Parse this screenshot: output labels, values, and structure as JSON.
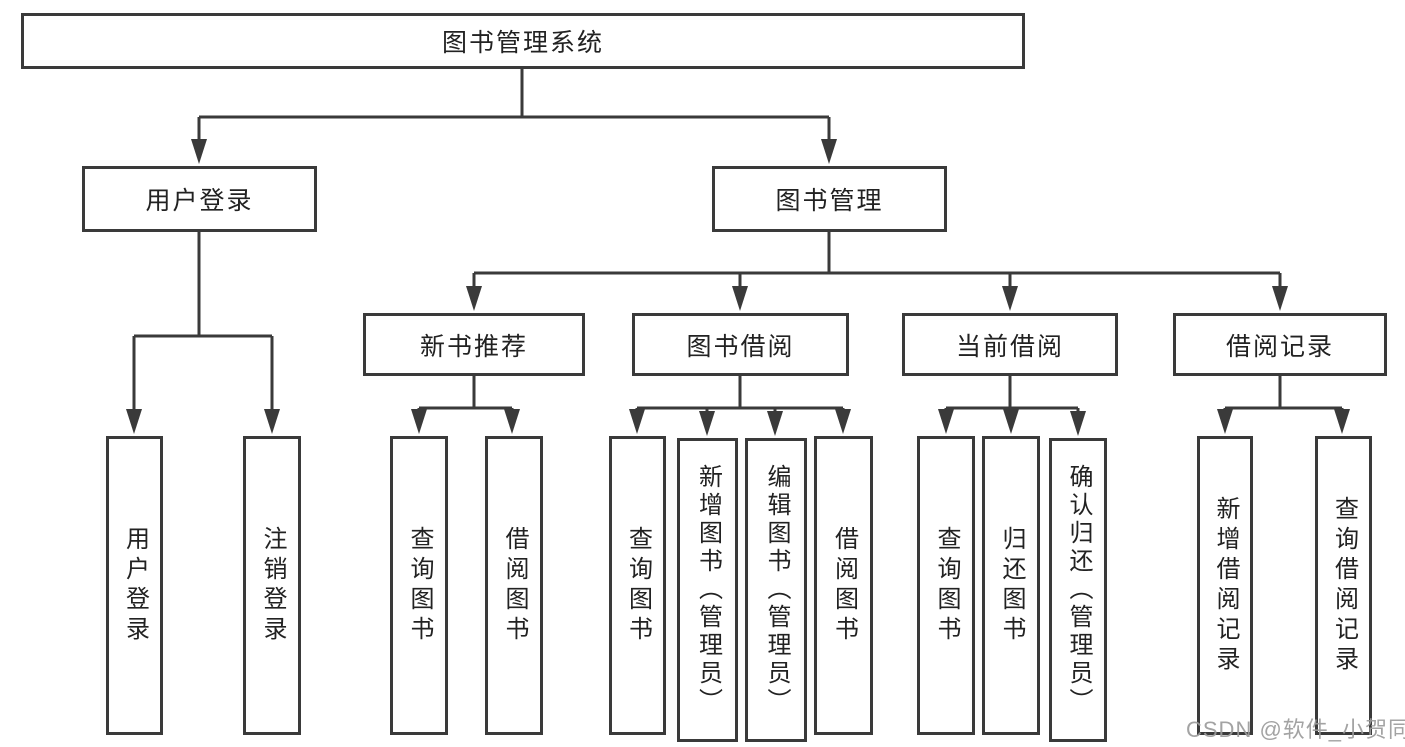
{
  "diagram": {
    "title": "图书管理系统",
    "line_color": "#3a3a3a",
    "nodes": {
      "root": {
        "label": "图书管理系统"
      },
      "user_login": {
        "label": "用户登录"
      },
      "book_mgmt": {
        "label": "图书管理"
      },
      "new_book_rec": {
        "label": "新书推荐"
      },
      "book_borrow": {
        "label": "图书借阅"
      },
      "current_borrow": {
        "label": "当前借阅"
      },
      "borrow_records": {
        "label": "借阅记录"
      },
      "leaf_login_user": {
        "label": "用户登录"
      },
      "leaf_login_logout": {
        "label": "注销登录"
      },
      "leaf_rec_query": {
        "label": "查询图书"
      },
      "leaf_rec_borrow": {
        "label": "借阅图书"
      },
      "leaf_bb_query": {
        "label": "查询图书"
      },
      "leaf_bb_add": {
        "label": "新增图书（管理员）"
      },
      "leaf_bb_edit": {
        "label": "编辑图书（管理员）"
      },
      "leaf_bb_borrow": {
        "label": "借阅图书"
      },
      "leaf_cur_query": {
        "label": "查询图书"
      },
      "leaf_cur_return": {
        "label": "归还图书"
      },
      "leaf_cur_confirm": {
        "label": "确认归还（管理员）"
      },
      "leaf_recd_add": {
        "label": "新增借阅记录"
      },
      "leaf_recd_query": {
        "label": "查询借阅记录"
      }
    }
  },
  "watermark": "CSDN @软件_小贺同学"
}
